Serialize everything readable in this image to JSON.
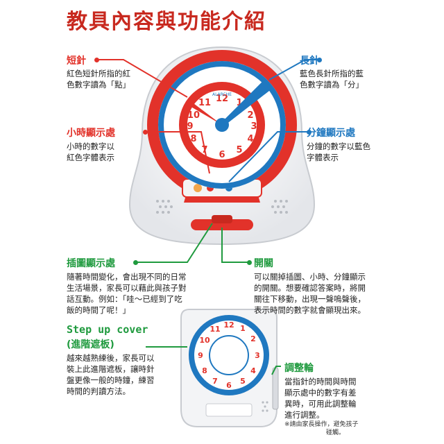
{
  "title": "教具內容與功能介紹",
  "clock_numbers_red": [
    "12",
    "1",
    "2",
    "3",
    "4",
    "5",
    "6",
    "7",
    "8",
    "9",
    "10",
    "11"
  ],
  "clock_brand": "ALARCHE",
  "callouts": {
    "short_hand": {
      "title": "短針",
      "desc": [
        "紅色短針所指的紅",
        "色數字讀為「點」"
      ]
    },
    "long_hand": {
      "title": "長針",
      "desc": [
        "藍色長針所指的藍",
        "色數字讀為「分」"
      ]
    },
    "hour_display": {
      "title": "小時顯示處",
      "desc": [
        "小時的數字以",
        "紅色字體表示"
      ]
    },
    "minute_display": {
      "title": "分鐘顯示處",
      "desc": [
        "分鐘的數字以藍色",
        "字體表示"
      ]
    },
    "picture_display": {
      "title": "插圖顯示處",
      "desc": [
        "隨著時間變化，會出現不同的日常",
        "生活場景，家長可以藉此與孩子對",
        "話互動。例如：「哇～已經到了吃",
        "飯的時間了呢！」"
      ]
    },
    "switch": {
      "title": "開關",
      "desc": [
        "可以關掉插圖、小時、分鐘顯示",
        "的開關。想要確認答案時，將開",
        "關往下移動，出現一聲嗚聲後，",
        "表示時間的數字就會顯現出來。"
      ]
    },
    "step_up": {
      "title_en": "Step up cover",
      "title_zh": "(進階遮板)",
      "desc": [
        "越來越熟練後，家長可以",
        "裝上此進階遮板，讓時針",
        "盤更像一般的時鐘，練習",
        "時間的判讀方法。"
      ]
    },
    "adjust": {
      "title": "調整輪",
      "desc": [
        "當指針的時間與時間",
        "顯示處中的數字有差",
        "異時，可用此調整輪",
        "進行調整。"
      ],
      "note": [
        "※請由家長操作，避免孩子",
        "碰觸。"
      ]
    }
  },
  "colors": {
    "red": "#e2322a",
    "blue": "#1f78c0",
    "green": "#1f9a3e",
    "orange": "#e8771e"
  }
}
